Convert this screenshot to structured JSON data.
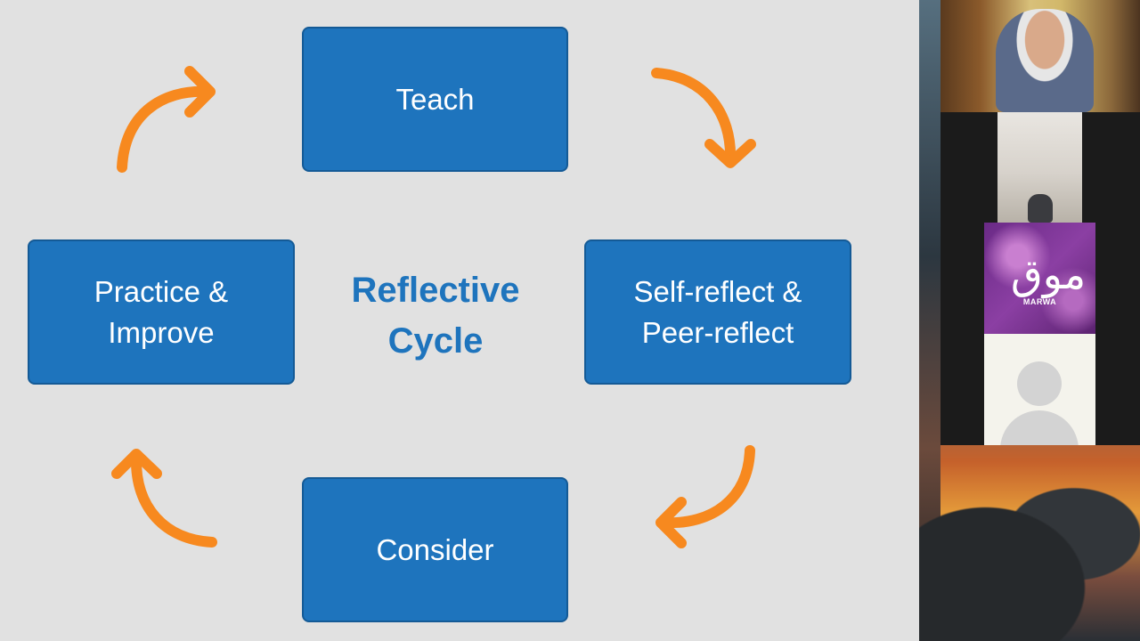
{
  "slide": {
    "center_title_line1": "Reflective",
    "center_title_line2": "Cycle",
    "boxes": {
      "teach": "Teach",
      "self_reflect_line1": "Self-reflect &",
      "self_reflect_line2": "Peer-reflect",
      "consider": "Consider",
      "practice_line1": "Practice &",
      "practice_line2": "Improve"
    },
    "colors": {
      "box_fill": "#1e74bd",
      "box_border": "#145a96",
      "arrow": "#f7891f",
      "background": "#e1e1e1",
      "title": "#1e74bd"
    }
  },
  "participants": {
    "tile_3_logo_text": "MARWA",
    "tile_3_logo_glyph": "موق"
  }
}
